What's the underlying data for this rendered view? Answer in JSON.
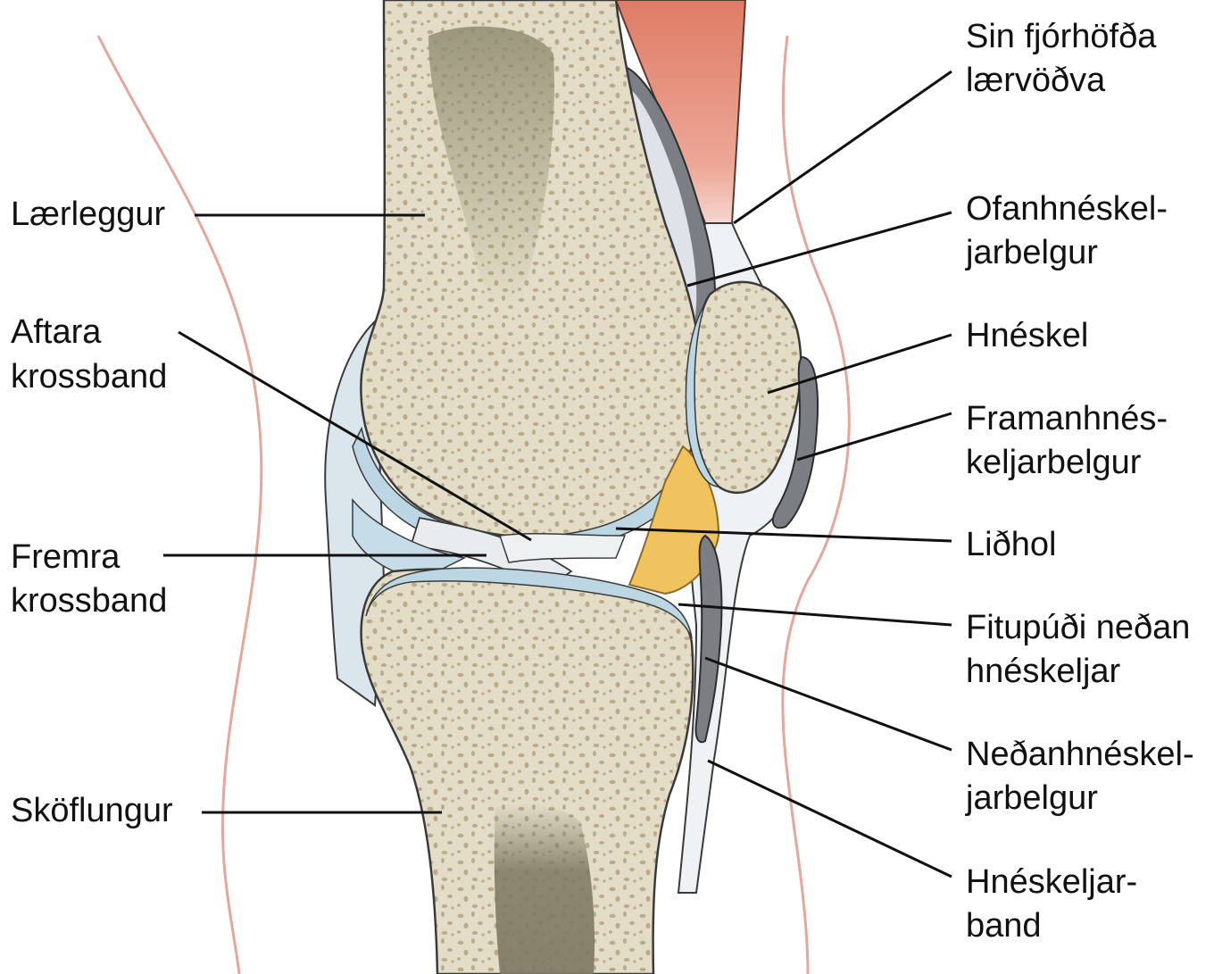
{
  "colors": {
    "bone": "#e3dcc6",
    "bone_dark": "#c9bc9c",
    "pores": "#b7a98a",
    "marrow": "#8c8a72",
    "cartilage": "#bcd6e4",
    "capsule": "#dbe6ec",
    "fat_pad": "#f1c35e",
    "muscle": "#e08a73",
    "skin_line": "#e4a79a",
    "bursa": "#7b7f84",
    "outline": "#3a3a3a"
  },
  "labels": {
    "left": {
      "laerleggur": "Lærleggur",
      "aftara_1": "Aftara",
      "aftara_2": "krossband",
      "fremra_1": "Fremra",
      "fremra_2": "krossband",
      "skoflungur": "Sköflungur"
    },
    "right": {
      "sin_1": "Sin fjórhöfða",
      "sin_2": "lærvöðva",
      "ofan_1": "Ofanhnéskel-",
      "ofan_2": "jarbelgur",
      "hneskel": "Hnéskel",
      "framan_1": "Framanhnés-",
      "framan_2": "keljarbelgur",
      "lidhol": "Liðhol",
      "fitu_1": "Fitupúði neðan",
      "fitu_2": "hnéskeljar",
      "nedan_1": "Neðanhnéskel-",
      "nedan_2": "jarbelgur",
      "band_1": "Hnéskeljar-",
      "band_2": "band"
    }
  }
}
